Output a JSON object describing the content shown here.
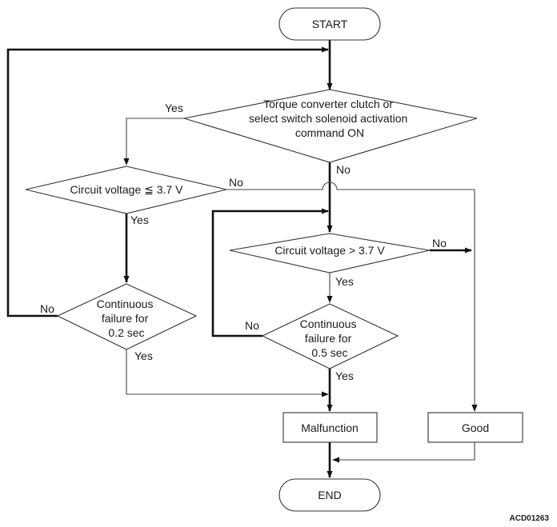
{
  "nodes": {
    "start": "START",
    "decision_activation": [
      "Torque converter clutch or",
      "select switch solenoid activation",
      "command ON"
    ],
    "decision_low_voltage": "Circuit voltage ≦ 3.7 V",
    "decision_high_voltage": "Circuit voltage > 3.7 V",
    "decision_fail_02": [
      "Continuous",
      "failure for",
      "0.2 sec"
    ],
    "decision_fail_05": [
      "Continuous",
      "failure for",
      "0.5 sec"
    ],
    "malfunction": "Malfunction",
    "good": "Good",
    "end": "END"
  },
  "edge_labels": {
    "activation_yes": "Yes",
    "activation_no": "No",
    "low_voltage_no": "No",
    "low_voltage_yes": "Yes",
    "high_voltage_no": "No",
    "high_voltage_yes": "Yes",
    "fail_02_no": "No",
    "fail_02_yes": "Yes",
    "fail_05_no": "No",
    "fail_05_yes": "Yes"
  },
  "figure_code": "ACD01263"
}
